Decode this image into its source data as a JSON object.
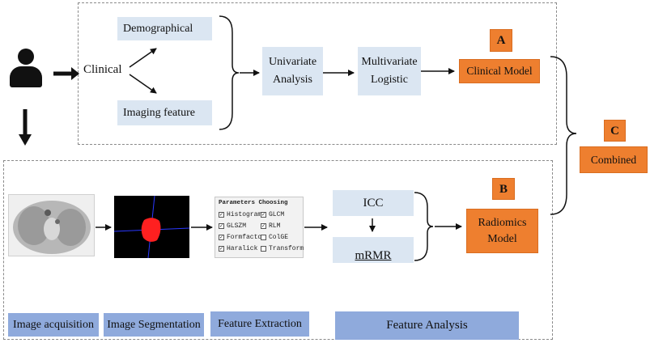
{
  "clinical": {
    "label": "Clinical",
    "demographical": "Demographical",
    "imaging_feature": "Imaging feature"
  },
  "pipeline": {
    "univariate_1": "Univariate",
    "univariate_2": "Analysis",
    "multivariate_1": "Multivariate",
    "multivariate_2": "Logistic",
    "clinical_model": "Clinical Model",
    "radiomics_1": "Radiomics",
    "radiomics_2": "Model",
    "combined": "Combined",
    "icc": "ICC",
    "mrmr": "mRMR"
  },
  "tags": {
    "a": "A",
    "b": "B",
    "c": "C"
  },
  "params_panel": {
    "title": "Parameters Choosing",
    "items": [
      {
        "label": "Histogram",
        "checked": true
      },
      {
        "label": "GLCM",
        "checked": true
      },
      {
        "label": "GLSZM",
        "checked": true
      },
      {
        "label": "RLM",
        "checked": true
      },
      {
        "label": "Formfacto",
        "checked": true
      },
      {
        "label": "ColGE",
        "checked": false
      },
      {
        "label": "Haralick",
        "checked": true
      },
      {
        "label": "Transform",
        "checked": false
      }
    ]
  },
  "stages": {
    "acquisition": "Image acquisition",
    "segmentation": "Image Segmentation",
    "extraction": "Feature Extraction",
    "analysis": "Feature Analysis"
  },
  "colors": {
    "orange": "#ee7f2f",
    "light_blue": "#dbe6f2",
    "stage_blue": "#8faadc"
  },
  "icons": {
    "person": "person-icon",
    "ct_scan": "ct-image",
    "segmentation": "segmentation-image"
  }
}
